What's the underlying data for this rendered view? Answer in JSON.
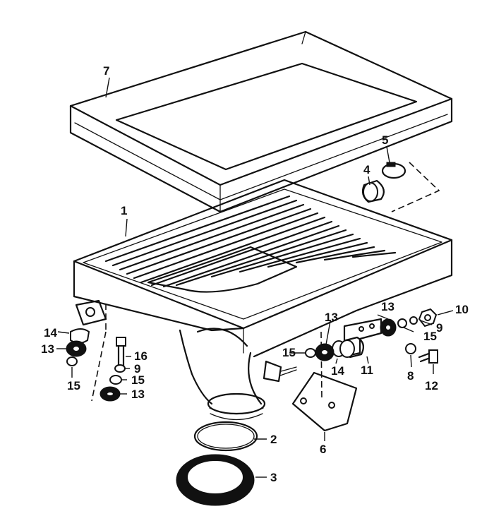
{
  "callouts": {
    "c1": "1",
    "c2": "2",
    "c3": "3",
    "c4": "4",
    "c5": "5",
    "c6": "6",
    "c7": "7",
    "c8": "8",
    "c9a": "9",
    "c9b": "9",
    "c10": "10",
    "c11": "11",
    "c12": "12",
    "c13a": "13",
    "c13b": "13",
    "c13c": "13",
    "c13d": "13",
    "c14a": "14",
    "c14b": "14",
    "c15a": "15",
    "c15b": "15",
    "c15c": "15",
    "c15d": "15",
    "c16": "16"
  }
}
